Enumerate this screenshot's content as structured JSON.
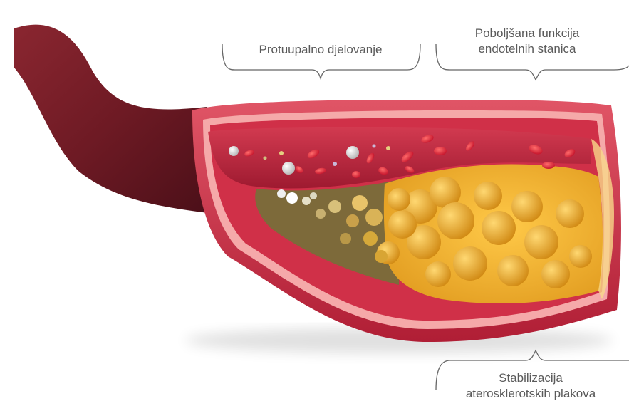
{
  "labels": {
    "anti_inflammatory": "Protuupalno djelovanje",
    "endothelial_line1": "Poboljšana funkcija",
    "endothelial_line2": "endotelnih stanica",
    "stabilization_line1": "Stabilizacija",
    "stabilization_line2": "aterosklerotskih plakova"
  },
  "colors": {
    "vessel_dark": "#6e1a24",
    "wall_red": "#c7283f",
    "wall_pink": "#f4a7a7",
    "lumen": "#b8223a",
    "plaque": "#f2b630",
    "plaque_shadow": "#d68f1a",
    "blood_cell": "#e0223a",
    "white_cell": "#e8e8e8",
    "bracket": "#666666"
  }
}
